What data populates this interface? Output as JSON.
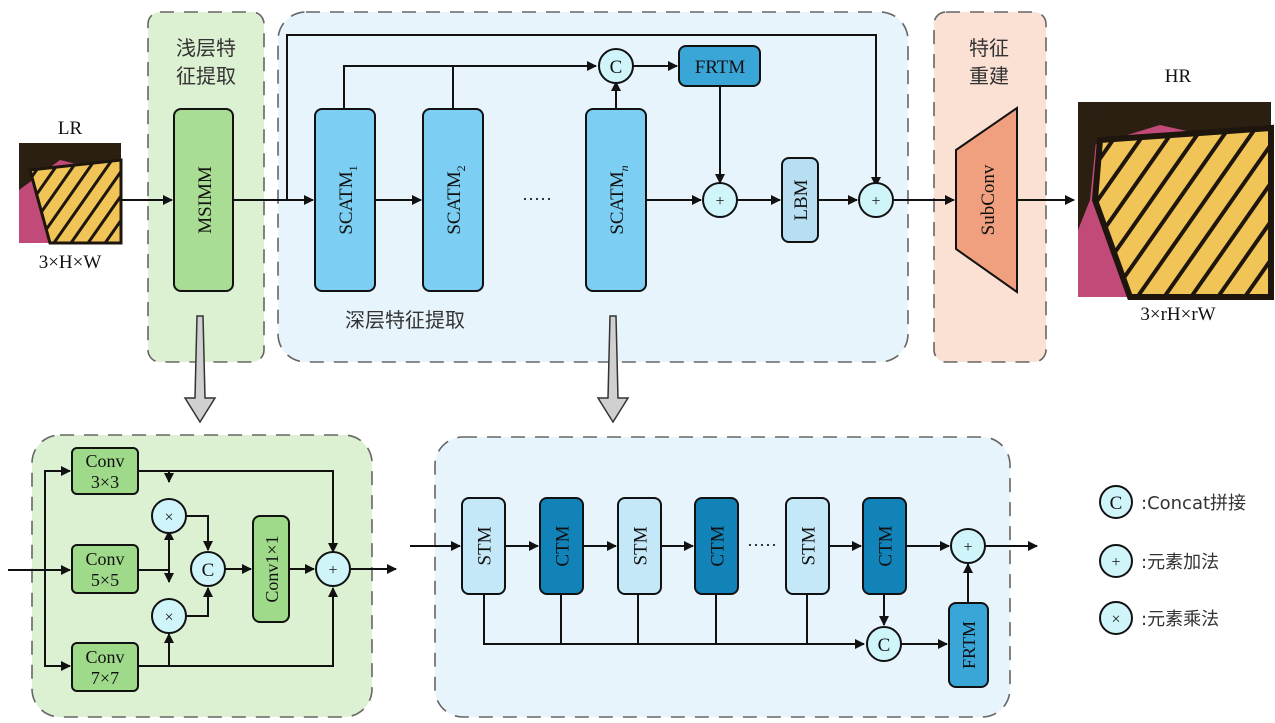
{
  "colors": {
    "shallow_panel": "#dcf0d2",
    "deep_panel": "#e7f4fc",
    "recon_panel": "#fbe0d4",
    "msimm_fill": "#a9dd94",
    "conv_fill": "#9fd98a",
    "scatm_fill": "#7ccff2",
    "frtm_fill": "#3aa6d8",
    "lbm_fill": "#b8dff1",
    "stm_fill": "#c4e8f8",
    "ctm_fill": "#1183b9",
    "subconv_fill": "#f0a07e",
    "op_fill": "#cff5fa",
    "arrow_grey": "#d0d0d0"
  },
  "top": {
    "lr_label": "LR",
    "lr_size": "3×H×W",
    "shallow_title_line1": "浅层特",
    "shallow_title_line2": "征提取",
    "msimm_label": "MSIMM",
    "deep_title": "深层特征提取",
    "scatm_blocks": [
      {
        "base": "SCATM",
        "sub": "1"
      },
      {
        "base": "SCATM",
        "sub": "2"
      },
      {
        "base": "SCATM",
        "sub": "n"
      }
    ],
    "ellipsis": "·····",
    "concat_op": "C",
    "frtm_label": "FRTM",
    "add_op": "+",
    "lbm_label": "LBM",
    "recon_title_line1": "特征",
    "recon_title_line2": "重建",
    "subconv_label": "SubConv",
    "hr_label": "HR",
    "hr_size": "3×rH×rW"
  },
  "msimm_detail": {
    "conv_blocks": [
      {
        "line1": "Conv",
        "line2": "3×3"
      },
      {
        "line1": "Conv",
        "line2": "5×5"
      },
      {
        "line1": "Conv",
        "line2": "7×7"
      }
    ],
    "mul_op": "×",
    "concat_op": "C",
    "conv1_label": "Conv1×1",
    "add_op": "+"
  },
  "scatm_detail": {
    "blocks": [
      "STM",
      "CTM",
      "STM",
      "CTM",
      "STM",
      "CTM"
    ],
    "ellipsis": "·····",
    "concat_op": "C",
    "frtm_label": "FRTM",
    "add_op": "+"
  },
  "legend": [
    {
      "symbol": "C",
      "text": ":Concat拼接"
    },
    {
      "symbol": "+",
      "text": ":元素加法"
    },
    {
      "symbol": "×",
      "text": ":元素乘法"
    }
  ]
}
